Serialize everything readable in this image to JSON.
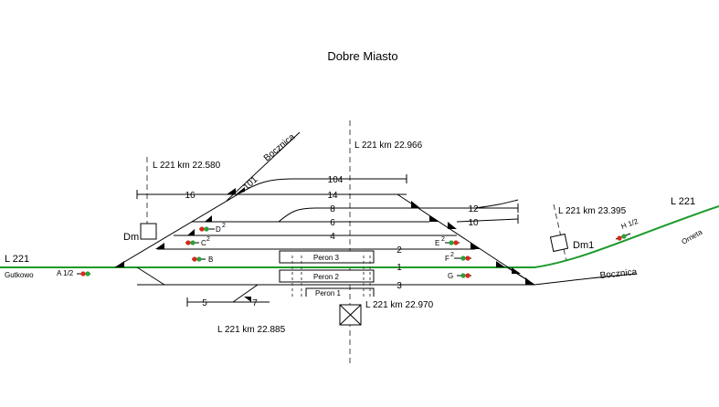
{
  "title": "Dobre Miasto",
  "lines": {
    "west_line": "L 221",
    "west_dest": "Gutkowo",
    "east_line": "L 221",
    "east_dest": "Orneta",
    "siding_ne": "Bocznica",
    "siding_se": "Bocznica"
  },
  "km_markers": [
    "L 221  km  22.580",
    "L 221  km  22.966",
    "L 221  km  23.395",
    "L 221  km  22.885",
    "L 221  km  22.970"
  ],
  "tracks": {
    "t104": "104",
    "t16": "16",
    "t14": "14",
    "t8": "8",
    "t12": "12",
    "t6": "6",
    "t10": "10",
    "t4": "4",
    "t2": "2",
    "t1": "1",
    "t3": "3",
    "t5": "5",
    "t7": "7",
    "t101": "101"
  },
  "platforms": {
    "p3": "Peron 3",
    "p2": "Peron 2",
    "p1": "Peron 1"
  },
  "posts": {
    "dm": "Dm",
    "dm1": "Dm1"
  },
  "signals": {
    "a": "A 1/2",
    "b": "B",
    "c": "C",
    "c_sup": "2",
    "d": "D",
    "d_sup": "2",
    "e": "E",
    "e_sup": "2",
    "f": "F",
    "f_sup": "2",
    "g": "G",
    "h": "H 1/2"
  },
  "colors": {
    "main_line": "#1a9a2a",
    "signal_red": "#d62a1c",
    "signal_green": "#2aa13a"
  }
}
